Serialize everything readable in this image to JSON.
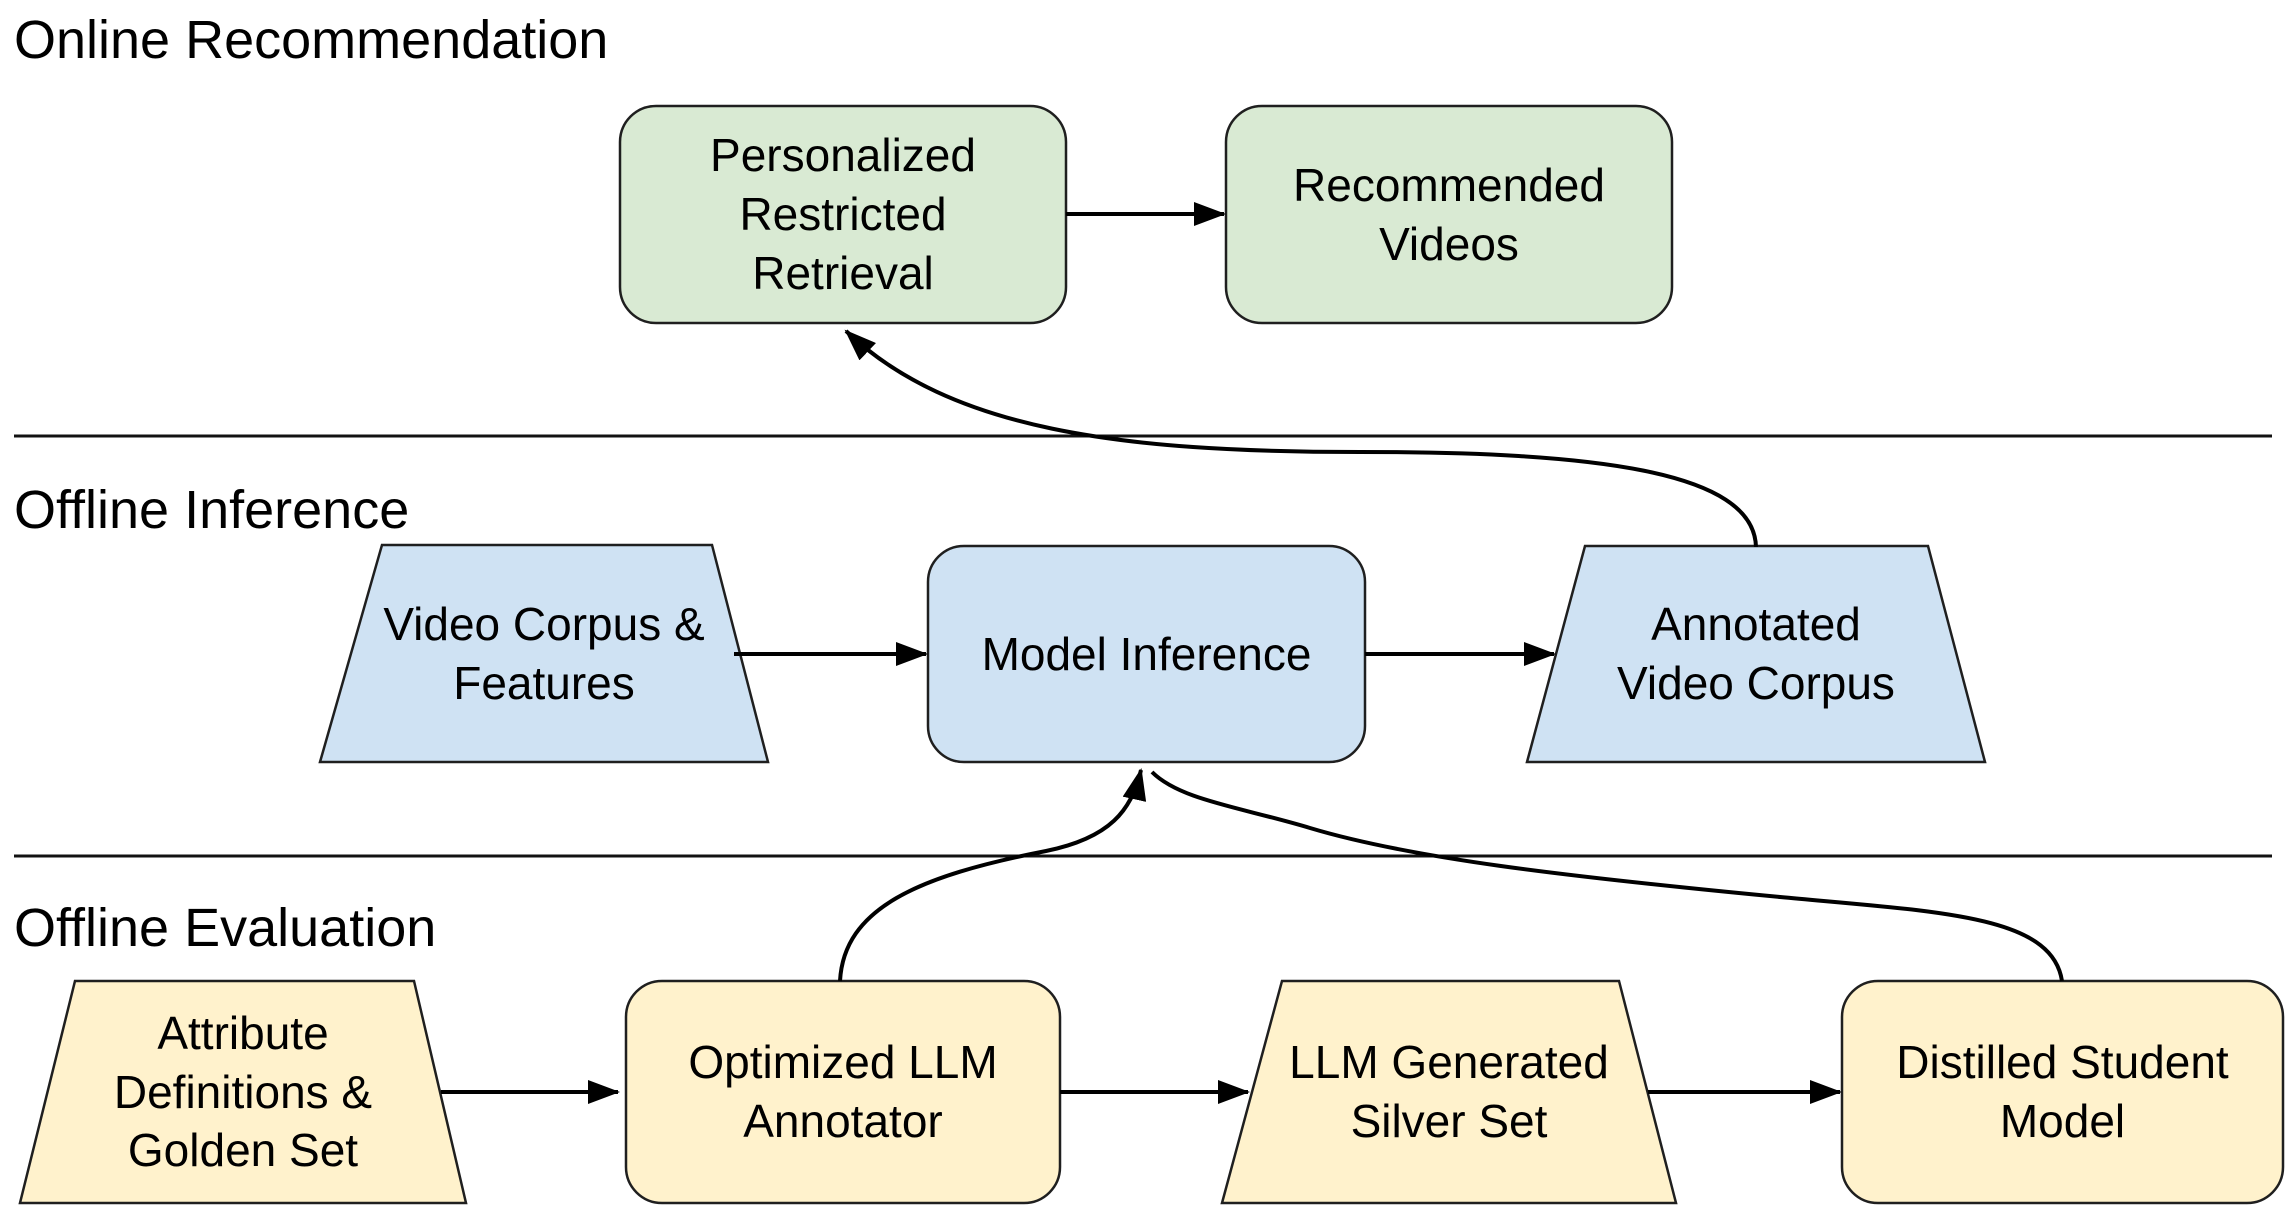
{
  "sections": [
    {
      "id": "online-recommendation",
      "title": "Online Recommendation"
    },
    {
      "id": "offline-inference",
      "title": "Offline Inference"
    },
    {
      "id": "offline-evaluation",
      "title": "Offline Evaluation"
    }
  ],
  "nodes": {
    "personalized": {
      "lines": [
        "Personalized",
        "Restricted",
        "Retrieval"
      ],
      "shape": "rounded-rectangle",
      "section": "Online Recommendation"
    },
    "recommended": {
      "lines": [
        "Recommended",
        "Videos"
      ],
      "shape": "rounded-rectangle",
      "section": "Online Recommendation"
    },
    "video_corpus": {
      "lines": [
        "Video Corpus &",
        "Features"
      ],
      "shape": "trapezoid",
      "section": "Offline Inference"
    },
    "model_inference": {
      "lines": [
        "Model Inference"
      ],
      "shape": "rounded-rectangle",
      "section": "Offline Inference"
    },
    "annotated_corpus": {
      "lines": [
        "Annotated",
        "Video Corpus"
      ],
      "shape": "trapezoid",
      "section": "Offline Inference"
    },
    "attribute_definitions": {
      "lines": [
        "Attribute",
        "Definitions &",
        "Golden Set"
      ],
      "shape": "trapezoid",
      "section": "Offline Evaluation"
    },
    "optimized_llm": {
      "lines": [
        "Optimized LLM",
        "Annotator"
      ],
      "shape": "rounded-rectangle",
      "section": "Offline Evaluation"
    },
    "silver_set": {
      "lines": [
        "LLM Generated",
        "Silver Set"
      ],
      "shape": "trapezoid",
      "section": "Offline Evaluation"
    },
    "distilled_student": {
      "lines": [
        "Distilled Student",
        "Model"
      ],
      "shape": "rounded-rectangle",
      "section": "Offline Evaluation"
    }
  },
  "edges": [
    {
      "from": "Personalized Restricted Retrieval",
      "to": "Recommended Videos",
      "style": "straight"
    },
    {
      "from": "Video Corpus & Features",
      "to": "Model Inference",
      "style": "straight"
    },
    {
      "from": "Model Inference",
      "to": "Annotated Video Corpus",
      "style": "straight"
    },
    {
      "from": "Annotated Video Corpus",
      "to": "Personalized Restricted Retrieval",
      "style": "curved"
    },
    {
      "from": "Attribute Definitions & Golden Set",
      "to": "Optimized LLM Annotator",
      "style": "straight"
    },
    {
      "from": "Optimized LLM Annotator",
      "to": "LLM Generated Silver Set",
      "style": "straight"
    },
    {
      "from": "LLM Generated Silver Set",
      "to": "Distilled Student Model",
      "style": "straight"
    },
    {
      "from": "Optimized LLM Annotator",
      "to": "Model Inference",
      "style": "curved"
    },
    {
      "from": "Distilled Student Model",
      "to": "Model Inference",
      "style": "curved"
    }
  ],
  "colors": {
    "online_node_fill": "#d9ead3",
    "inference_node_fill": "#cfe2f3",
    "evaluation_node_fill": "#fff2cc",
    "node_border": "#1f1f1f",
    "line": "#000000",
    "text": "#000000",
    "background": "#ffffff"
  }
}
